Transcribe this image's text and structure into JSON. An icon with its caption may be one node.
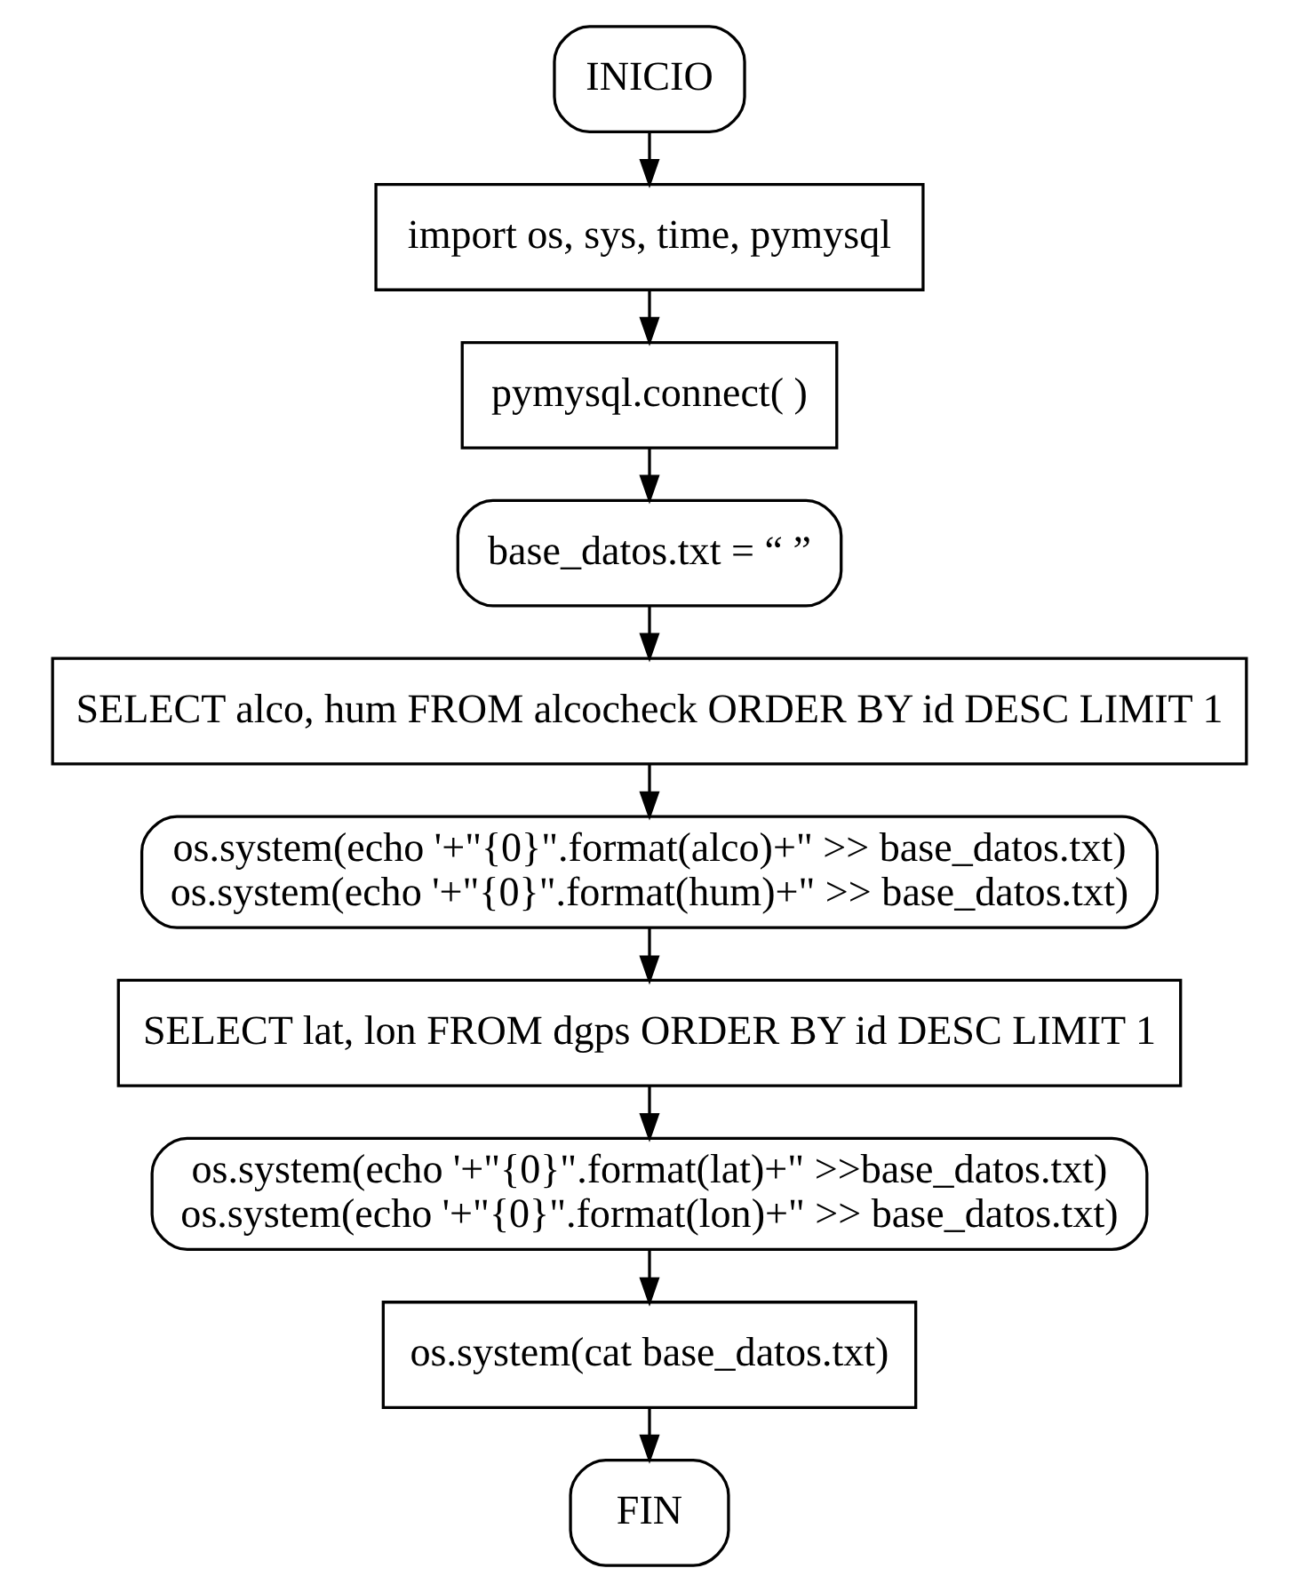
{
  "diagram": {
    "nodes": [
      {
        "text": [
          "INICIO"
        ]
      },
      {
        "text": [
          "import os, sys, time, pymysql"
        ]
      },
      {
        "text": [
          "pymysql.connect( )"
        ]
      },
      {
        "text": [
          "base_datos.txt = “ ”"
        ]
      },
      {
        "text": [
          "SELECT alco, hum FROM alcocheck ORDER BY id DESC LIMIT 1"
        ]
      },
      {
        "text": [
          "os.system(echo '+\"{0}\".format(alco)+\" >> base_datos.txt)",
          "os.system(echo '+\"{0}\".format(hum)+\" >> base_datos.txt)"
        ]
      },
      {
        "text": [
          "SELECT lat, lon FROM dgps ORDER BY id DESC LIMIT 1"
        ]
      },
      {
        "text": [
          "os.system(echo '+\"{0}\".format(lat)+\" >>base_datos.txt)",
          "os.system(echo '+\"{0}\".format(lon)+\" >> base_datos.txt)"
        ]
      },
      {
        "text": [
          "os.system(cat base_datos.txt)"
        ]
      },
      {
        "text": [
          "FIN"
        ]
      }
    ],
    "edges": [
      {
        "from": 0,
        "to": 1,
        "arrow": "to"
      },
      {
        "from": 1,
        "to": 2,
        "arrow": "to"
      },
      {
        "from": 2,
        "to": 3,
        "arrow": "to"
      },
      {
        "from": 3,
        "to": 4,
        "arrow": "to"
      },
      {
        "from": 4,
        "to": 5,
        "arrow": "to"
      },
      {
        "from": 5,
        "to": 6,
        "arrow": "to"
      },
      {
        "from": 6,
        "to": 7,
        "arrow": "to"
      },
      {
        "from": 7,
        "to": 8,
        "arrow": "to"
      },
      {
        "from": 8,
        "to": 9,
        "arrow": "to"
      }
    ]
  }
}
